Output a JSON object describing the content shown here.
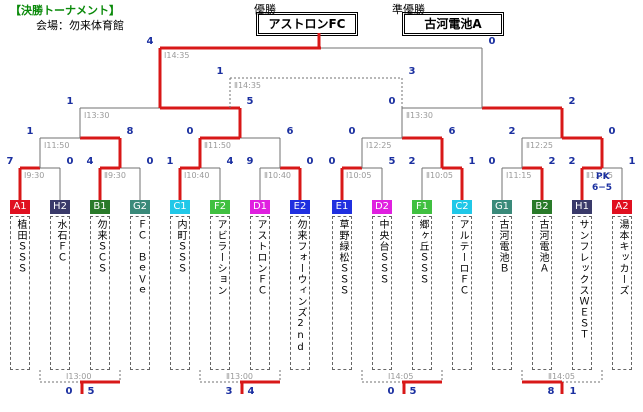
{
  "header": {
    "title": "【決勝トーナメント】",
    "venue": "会場：勿来体育館",
    "champion_label": "優勝",
    "champion": "アストロンFC",
    "runnerup_label": "準優勝",
    "runnerup": "古河電池A"
  },
  "teams": [
    {
      "seed": "A1",
      "name": "植田ＳＳＳ",
      "color": "#e01020"
    },
    {
      "seed": "H2",
      "name": "水石ＦＣ",
      "color": "#3a3a6a"
    },
    {
      "seed": "B1",
      "name": "勿来ＳＣＳ",
      "color": "#2a7a2a"
    },
    {
      "seed": "G2",
      "name": "ＦＣ　ＢｅＶｅ",
      "color": "#3a8a7a"
    },
    {
      "seed": "C1",
      "name": "内町ＳＳＳ",
      "color": "#20c8e8"
    },
    {
      "seed": "F2",
      "name": "アビラーション",
      "color": "#40c040"
    },
    {
      "seed": "D1",
      "name": "アストロンＦＣ",
      "color": "#e020e0"
    },
    {
      "seed": "E2",
      "name": "勿来フォーウィンズ2nd",
      "color": "#2030e0"
    },
    {
      "seed": "E1",
      "name": "草野緑松ＳＳＳ",
      "color": "#2030e0"
    },
    {
      "seed": "D2",
      "name": "中央台ＳＳＳ",
      "color": "#e020e0"
    },
    {
      "seed": "F1",
      "name": "郷ヶ丘ＳＳＳ",
      "color": "#40c040"
    },
    {
      "seed": "C2",
      "name": "アルテーロＦＣ",
      "color": "#20c8e8"
    },
    {
      "seed": "G1",
      "name": "古河電池Ｂ",
      "color": "#3a8a7a"
    },
    {
      "seed": "B2",
      "name": "古河電池Ａ",
      "color": "#2a7a2a"
    },
    {
      "seed": "H1",
      "name": "サンフレックスＷＥＳＴ",
      "color": "#3a3a6a"
    },
    {
      "seed": "A2",
      "name": "湯本キッカーズ",
      "color": "#e01020"
    }
  ],
  "r1_scores": [
    "7",
    "0",
    "4",
    "0",
    "1",
    "4",
    "9",
    "0",
    "0",
    "5",
    "2",
    "1",
    "0",
    "2",
    "2",
    "1"
  ],
  "r1_times": [
    "Ⅰ9:30",
    "Ⅱ9:30",
    "Ⅰ10:40",
    "Ⅱ10:40",
    "Ⅰ10:05",
    "Ⅱ10:05",
    "Ⅰ11:15",
    "Ⅱ11:15"
  ],
  "qf_scores": [
    "1",
    "8",
    "0",
    "6",
    "0",
    "6",
    "2",
    "0"
  ],
  "qf_times": [
    "Ⅰ11:50",
    "Ⅱ11:50",
    "Ⅰ12:25",
    "Ⅱ12:25"
  ],
  "sf_scores": [
    "1",
    "5",
    "0",
    "2"
  ],
  "sf_times": [
    "Ⅰ13:30",
    "Ⅱ13:30"
  ],
  "third_scores": [
    "1",
    "3"
  ],
  "third_time": "Ⅱ14:35",
  "final_scores": [
    "4",
    "0"
  ],
  "final_time": "Ⅰ14:35",
  "pk_label": "PK",
  "pk_score": "6−5",
  "consolation": [
    {
      "time": "Ⅰ13:00",
      "scores": [
        "0",
        "5"
      ]
    },
    {
      "time": "Ⅱ13:00",
      "scores": [
        "3",
        "4"
      ]
    },
    {
      "time": "Ⅰ14:05",
      "scores": [
        "0",
        "5"
      ]
    },
    {
      "time": "Ⅱ14:05",
      "scores": [
        "8",
        "1"
      ]
    }
  ]
}
